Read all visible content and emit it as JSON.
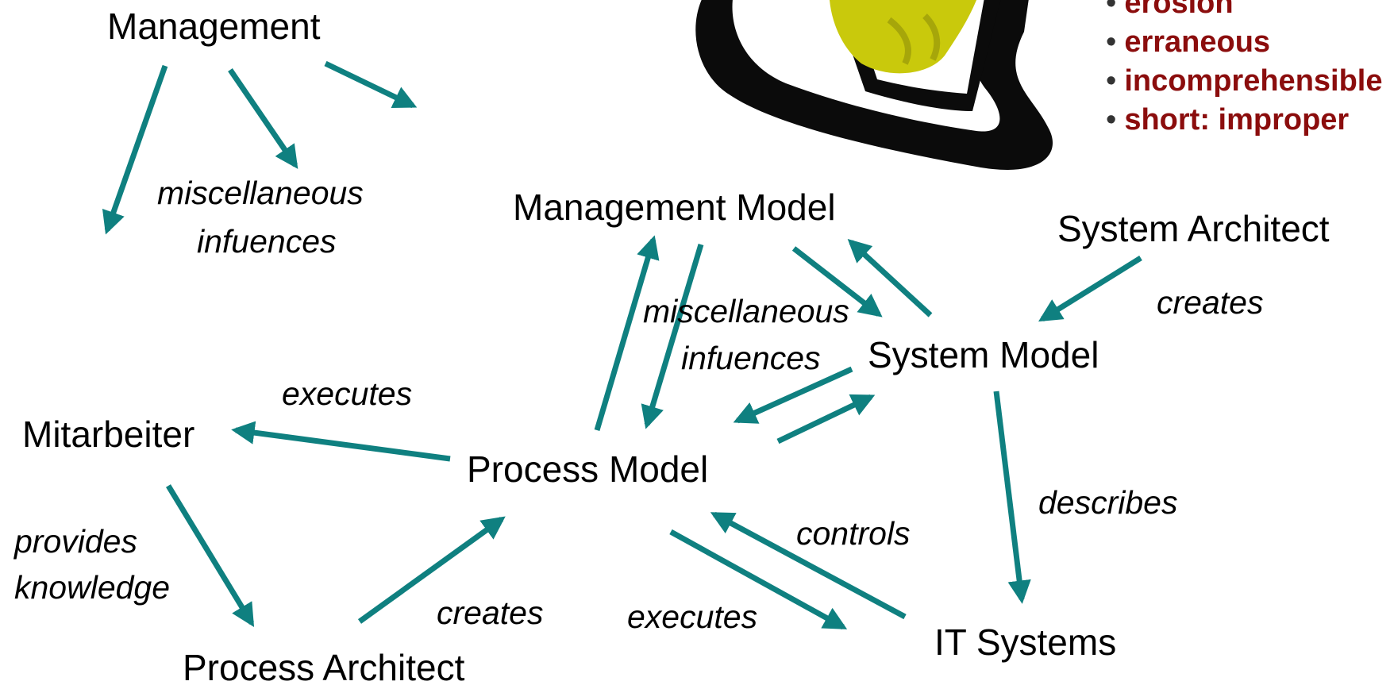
{
  "colors": {
    "arrow": "#0f8080",
    "bullet_text": "#8b0d0d",
    "hat_band": "#c9c90c"
  },
  "nodes": {
    "management": "Management",
    "management_model": "Management Model",
    "system_architect": "System Architect",
    "system_model": "System Model",
    "mitarbeiter": "Mitarbeiter",
    "process_model": "Process Model",
    "process_architect": "Process Architect",
    "it_systems": "IT Systems"
  },
  "edges": {
    "misc_left_1": "miscellaneous",
    "misc_left_2": "infuences",
    "misc_center_1": "miscellaneous",
    "misc_center_2": "infuences",
    "creates_system": "creates",
    "executes_mitarbeiter": "executes",
    "describes": "describes",
    "provides_1": "provides",
    "provides_2": "knowledge",
    "controls": "controls",
    "creates_process": "creates",
    "executes_it": "executes"
  },
  "bullets": [
    "erosion",
    "erraneous",
    "incomprehensible",
    "short: improper"
  ],
  "icons": [
    "hat-icon"
  ]
}
